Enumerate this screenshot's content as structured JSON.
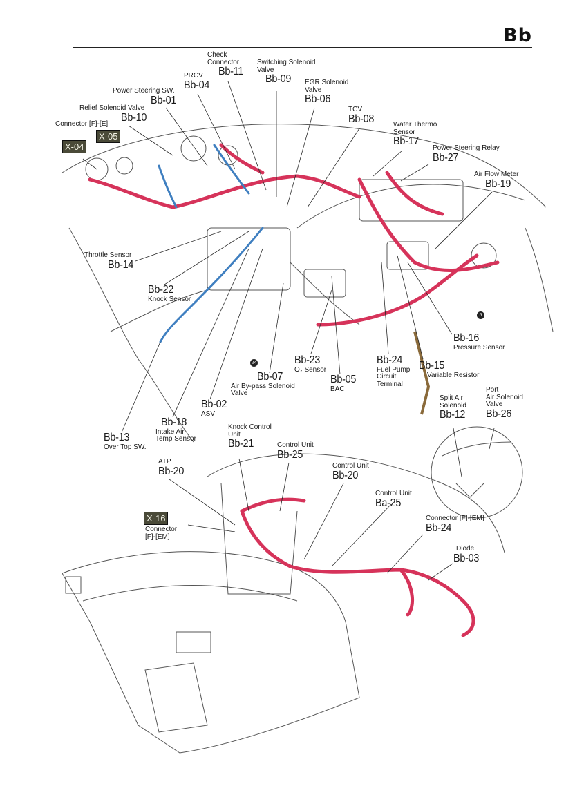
{
  "page": {
    "section_code": "Bb"
  },
  "connector_tags": {
    "x04": "X-04",
    "x05": "X-05",
    "x16": "X-16"
  },
  "markers": {
    "m5": "5",
    "m24": "24"
  },
  "callouts": {
    "check_connector": {
      "name": "Check\nConnector",
      "code": "Bb-11"
    },
    "switching_solenoid": {
      "name": "Switching Solenoid\nValve",
      "code": "Bb-09"
    },
    "prcv": {
      "name": "PRCV",
      "code": "Bb-04"
    },
    "egr_solenoid": {
      "name": "EGR Solenoid\nValve",
      "code": "Bb-06"
    },
    "power_steering_sw": {
      "name": "Power Steering SW.",
      "code": "Bb-01"
    },
    "tcv": {
      "name": "TCV",
      "code": "Bb-08"
    },
    "relief_solenoid": {
      "name": "Relief Solenoid Valve",
      "code": "Bb-10"
    },
    "water_thermo": {
      "name": "Water Thermo\nSensor",
      "code": "Bb-17"
    },
    "connector_fe": {
      "name": "Connector [F]-[E]"
    },
    "power_steering_relay": {
      "name": "Power Steering Relay",
      "code": "Bb-27"
    },
    "air_flow_meter": {
      "name": "Air Flow Meter",
      "code": "Bb-19"
    },
    "throttle_sensor": {
      "name": "Throttle Sensor",
      "code": "Bb-14"
    },
    "knock_sensor": {
      "name": "Knock Sensor",
      "code": "Bb-22"
    },
    "pressure_sensor": {
      "name": "Pressure Sensor",
      "code": "Bb-16"
    },
    "o2_sensor": {
      "name": "O₂ Sensor",
      "code": "Bb-23"
    },
    "fuel_pump_terminal": {
      "name": "Fuel Pump\nCircuit\nTerminal",
      "code": "Bb-24"
    },
    "variable_resistor": {
      "name": "Variable Resistor",
      "code": "Bb-15"
    },
    "air_bypass": {
      "name": "Air By-pass Solenoid\nValve",
      "code": "Bb-07"
    },
    "bac": {
      "name": "BAC",
      "code": "Bb-05"
    },
    "asv": {
      "name": "ASV",
      "code": "Bb-02"
    },
    "split_air": {
      "name": "Split Air\nSolenoid",
      "code": "Bb-12"
    },
    "port_air": {
      "name": "Port\nAir Solenoid\nValve",
      "code": "Bb-26"
    },
    "intake_air_temp": {
      "name": "Intake Air\nTemp Sensor",
      "code": "Bb-18"
    },
    "over_top_sw": {
      "name": "Over Top SW.",
      "code": "Bb-13"
    },
    "knock_control_unit": {
      "name": "Knock Control\nUnit",
      "code": "Bb-21"
    },
    "control_unit_25": {
      "name": "Control Unit",
      "code": "Bb-25"
    },
    "atp": {
      "name": "ATP",
      "code": "Bb-20"
    },
    "control_unit_20": {
      "name": "Control Unit",
      "code": "Bb-20"
    },
    "control_unit_ba25": {
      "name": "Control Unit",
      "code": "Ba-25"
    },
    "connector_fem_upper": {
      "name": "Connector [F]-[EM]"
    },
    "connector_fem_lower": {
      "name": "Connector [F]-[EM]",
      "code": "Bb-24"
    },
    "diode": {
      "name": "Diode",
      "code": "Bb-03"
    }
  },
  "colors": {
    "harness": "#d6335a",
    "harness_blue": "#3f7fc0",
    "line": "#2a2a2a",
    "ink": "#1a1a1a"
  }
}
